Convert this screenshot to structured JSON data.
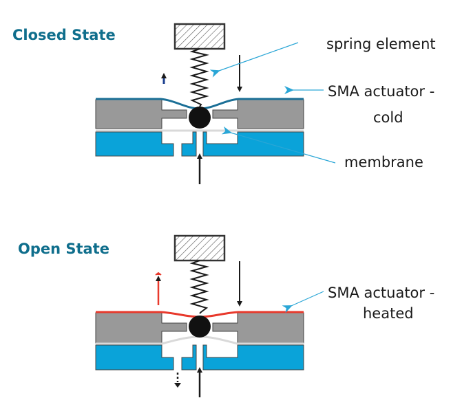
{
  "colors": {
    "title": "#0f6e8c",
    "housing_gray": "#999999",
    "fluid_blue": "#0aa3d9",
    "sma_cold": "#1b6f96",
    "sma_heated": "#e8392c",
    "membrane": "#d9d9d9",
    "leader_line": "#2aa6d6",
    "outline": "#444444"
  },
  "closed": {
    "title": "Closed State",
    "labels": {
      "spring": "spring element",
      "sma_line1": "SMA actuator -",
      "sma_line2": "cold",
      "membrane": "membrane"
    }
  },
  "open": {
    "title": "Open State",
    "labels": {
      "sma_line1": "SMA actuator -",
      "sma_line2": "heated"
    }
  }
}
